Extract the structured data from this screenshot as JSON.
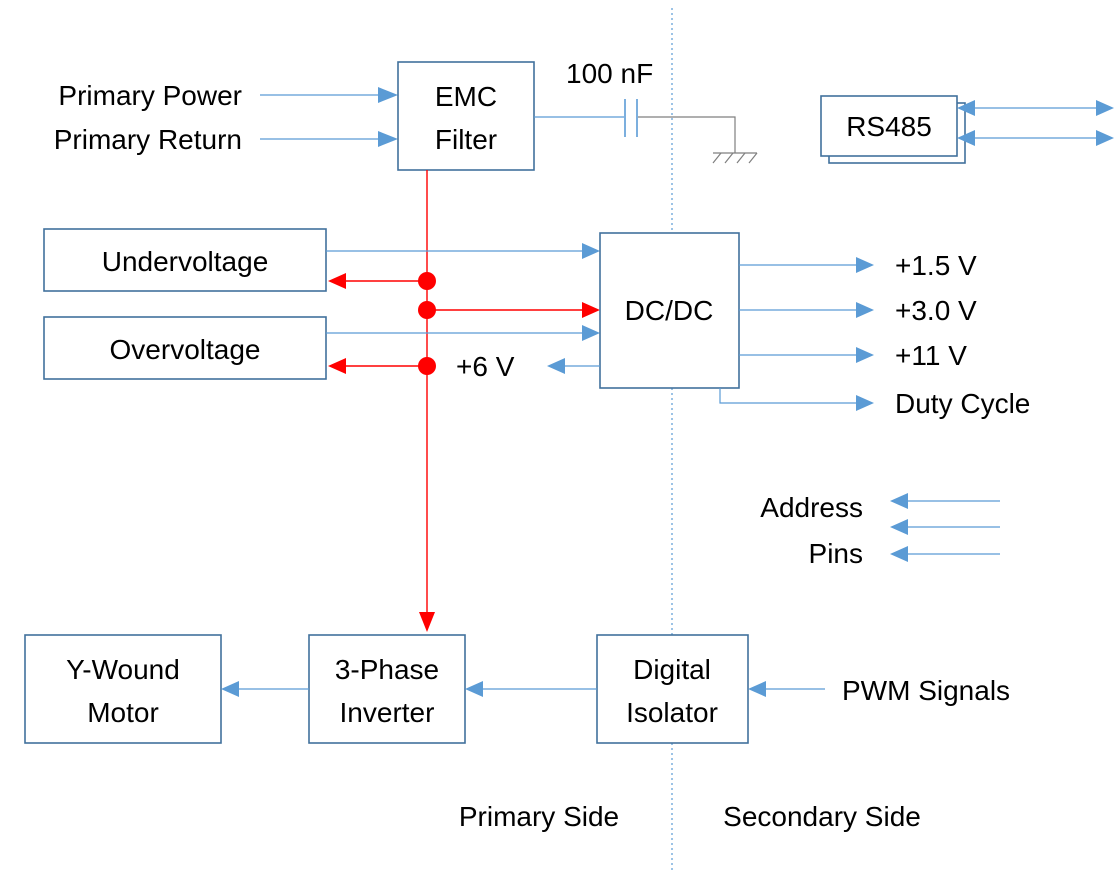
{
  "colors": {
    "signal": "#5b9bd5",
    "power": "#ff0000",
    "box_border": "#41719c",
    "divider": "#5b9bd5"
  },
  "inputs": {
    "primary_power": "Primary Power",
    "primary_return": "Primary Return",
    "pwm_signals": "PWM Signals"
  },
  "blocks": {
    "emc_filter": [
      "EMC",
      "Filter"
    ],
    "rs485": "RS485",
    "undervoltage": "Undervoltage",
    "overvoltage": "Overvoltage",
    "dcdc": "DC/DC",
    "y_wound_motor": [
      "Y-Wound",
      "Motor"
    ],
    "three_phase_inverter": [
      "3-Phase",
      "Inverter"
    ],
    "digital_isolator": [
      "Digital",
      "Isolator"
    ]
  },
  "capacitor": "100 nF",
  "dcdc_outputs": {
    "v15": "+1.5 V",
    "v30": "+3.0 V",
    "v11": "+11 V",
    "duty": "Duty Cycle",
    "v6": "+6 V"
  },
  "address_pins": [
    "Address",
    "Pins"
  ],
  "sides": {
    "primary": "Primary Side",
    "secondary": "Secondary Side"
  }
}
